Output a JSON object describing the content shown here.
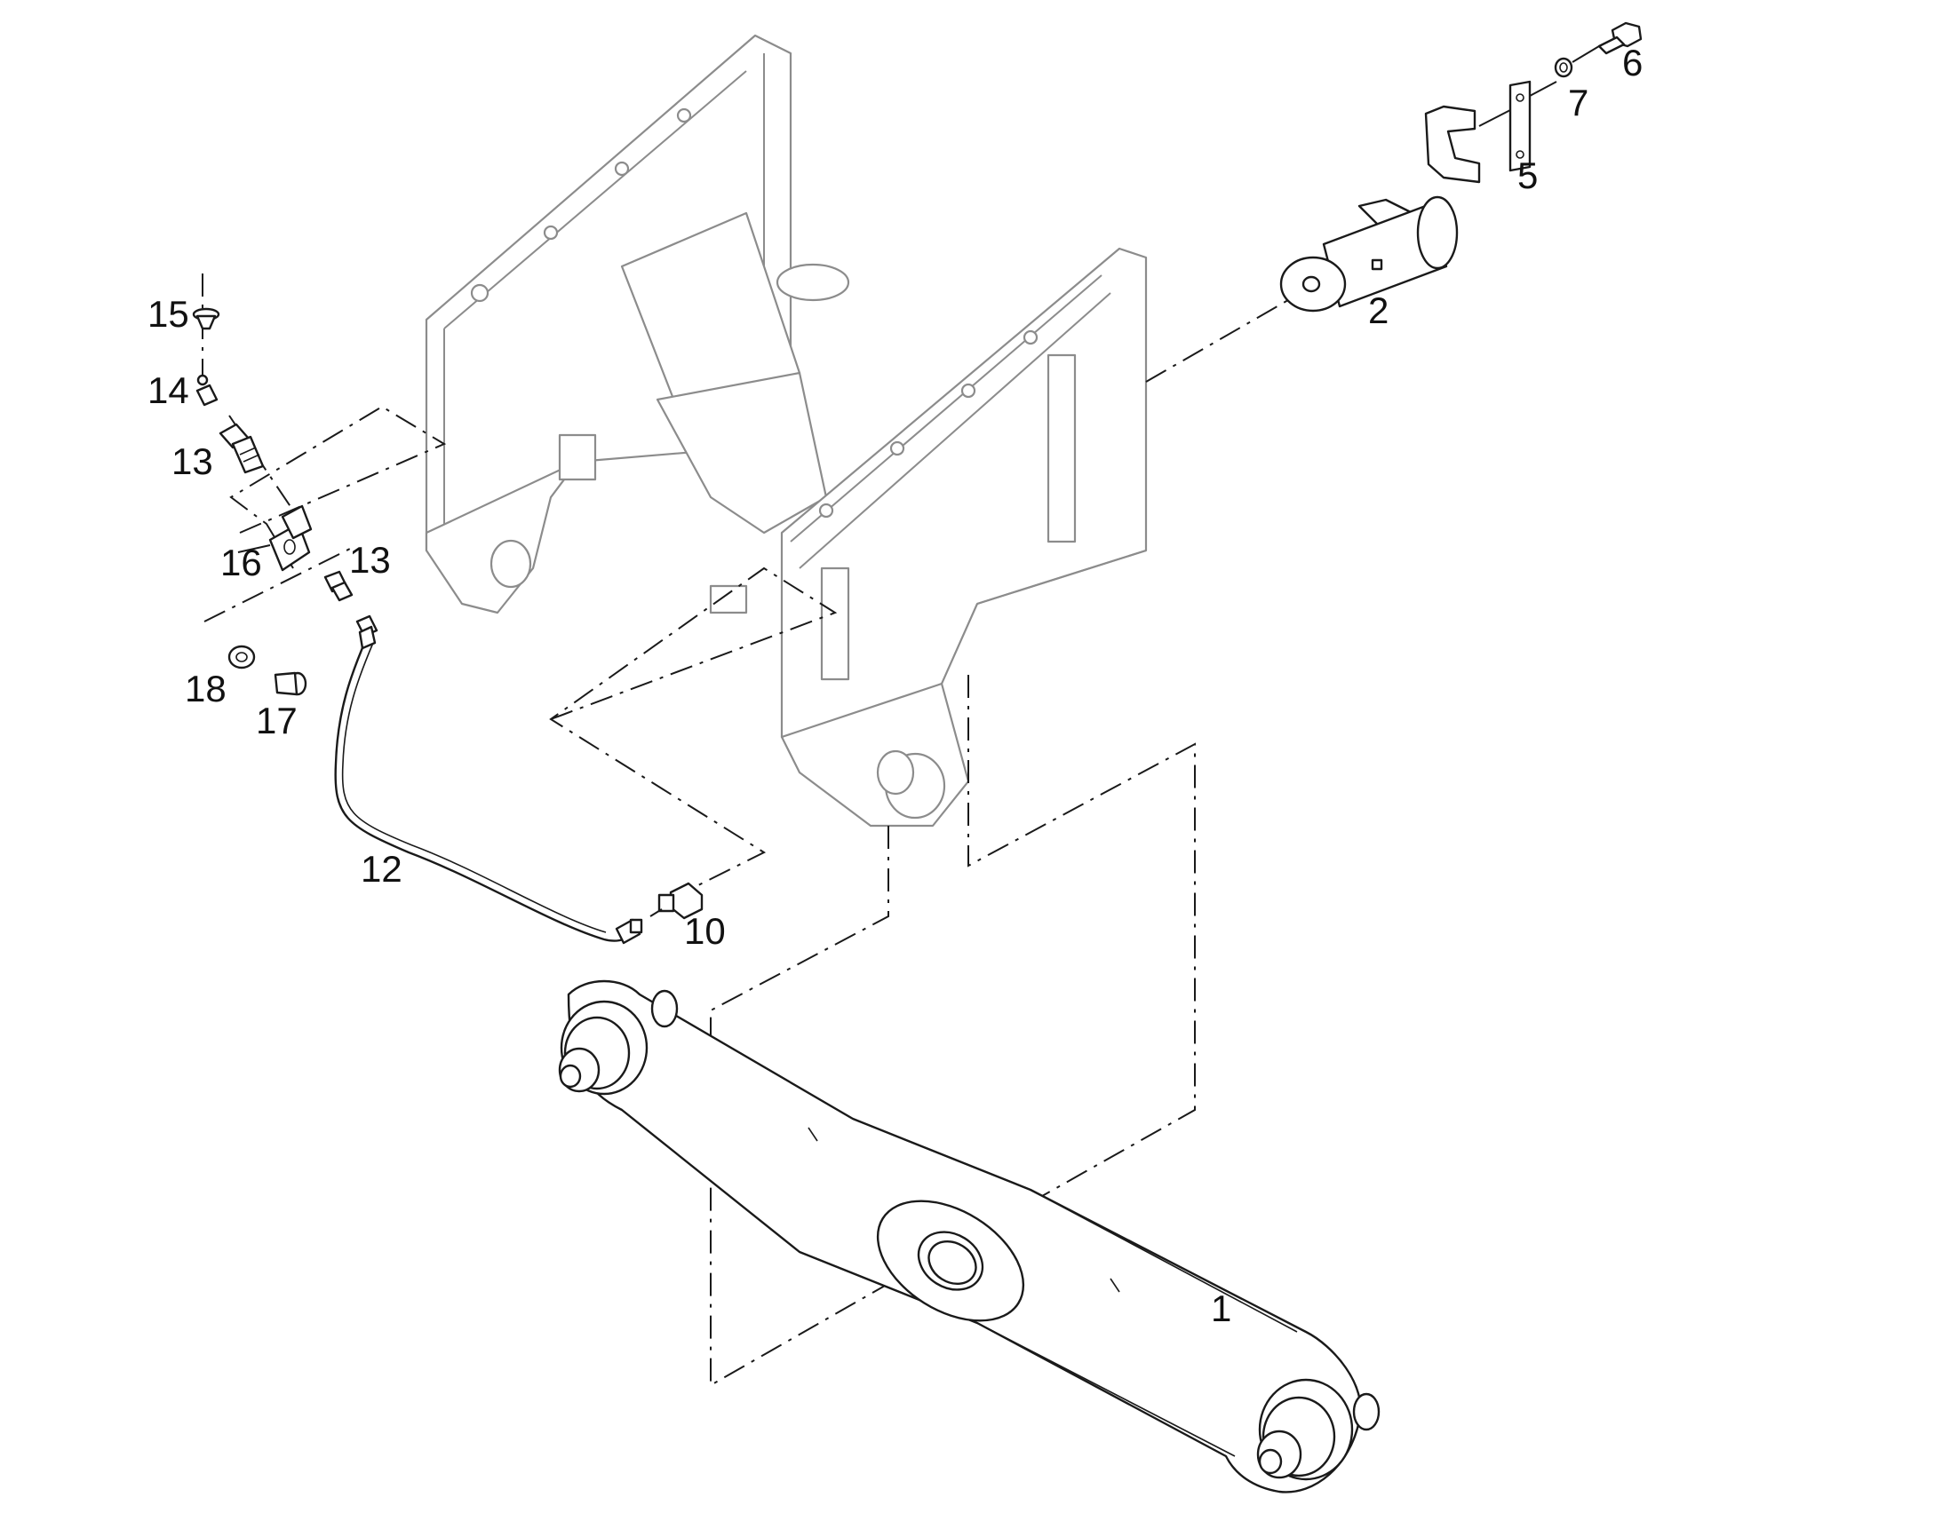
{
  "figure": {
    "callouts": [
      {
        "id": "c1",
        "text": "1"
      },
      {
        "id": "c2",
        "text": "2"
      },
      {
        "id": "c5",
        "text": "5"
      },
      {
        "id": "c6",
        "text": "6"
      },
      {
        "id": "c7",
        "text": "7"
      },
      {
        "id": "c10",
        "text": "10"
      },
      {
        "id": "c12",
        "text": "12"
      },
      {
        "id": "c13a",
        "text": "13"
      },
      {
        "id": "c13b",
        "text": "13"
      },
      {
        "id": "c14",
        "text": "14"
      },
      {
        "id": "c15",
        "text": "15"
      },
      {
        "id": "c16",
        "text": "16"
      },
      {
        "id": "c17",
        "text": "17"
      },
      {
        "id": "c18",
        "text": "18"
      }
    ]
  }
}
